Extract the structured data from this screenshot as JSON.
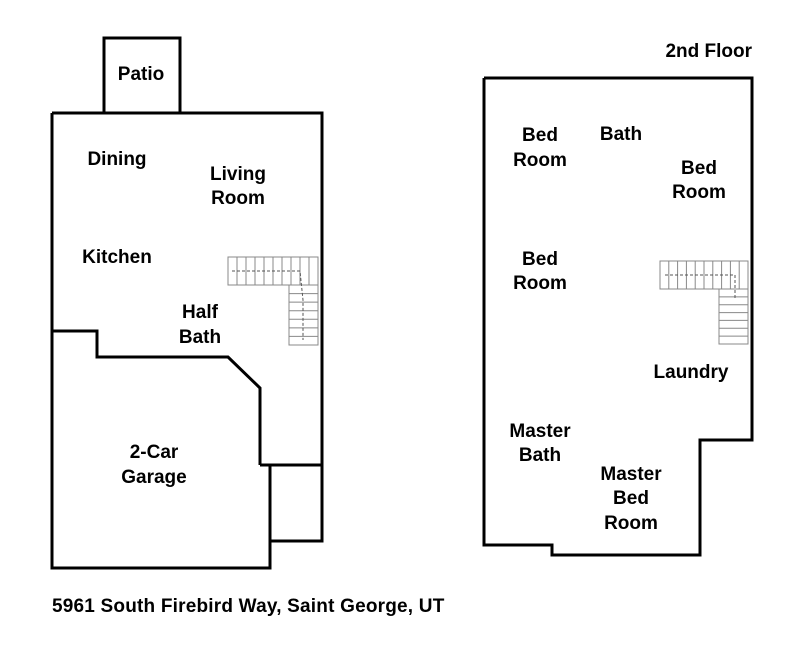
{
  "first_floor": {
    "rooms": {
      "patio": "Patio",
      "dining": "Dining",
      "living": [
        "Living",
        "Room"
      ],
      "kitchen": "Kitchen",
      "half_bath": [
        "Half",
        "Bath"
      ],
      "garage": [
        "2-Car",
        "Garage"
      ]
    }
  },
  "second_floor": {
    "title": "2nd Floor",
    "rooms": {
      "bed_room_1": [
        "Bed",
        "Room"
      ],
      "bath": "Bath",
      "bed_room_2": [
        "Bed",
        "Room"
      ],
      "bed_room_3": [
        "Bed",
        "Room"
      ],
      "laundry": "Laundry",
      "master_bath": [
        "Master",
        "Bath"
      ],
      "master_bed_room": [
        "Master",
        "Bed",
        "Room"
      ]
    }
  },
  "address": "5961 South Firebird Way, Saint George, UT"
}
